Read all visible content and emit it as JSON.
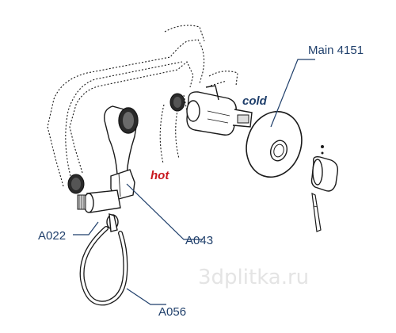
{
  "labels": {
    "main": "Main 4151",
    "cold": "cold",
    "hot": "hot",
    "a022": "A022",
    "a043": "A043",
    "a056": "A056"
  },
  "watermark": "3dplitka.ru",
  "colors": {
    "line": "#1a1a1a",
    "leader": "#1f3f6b",
    "label": "#1f3f6b",
    "hot": "#c8161d"
  }
}
